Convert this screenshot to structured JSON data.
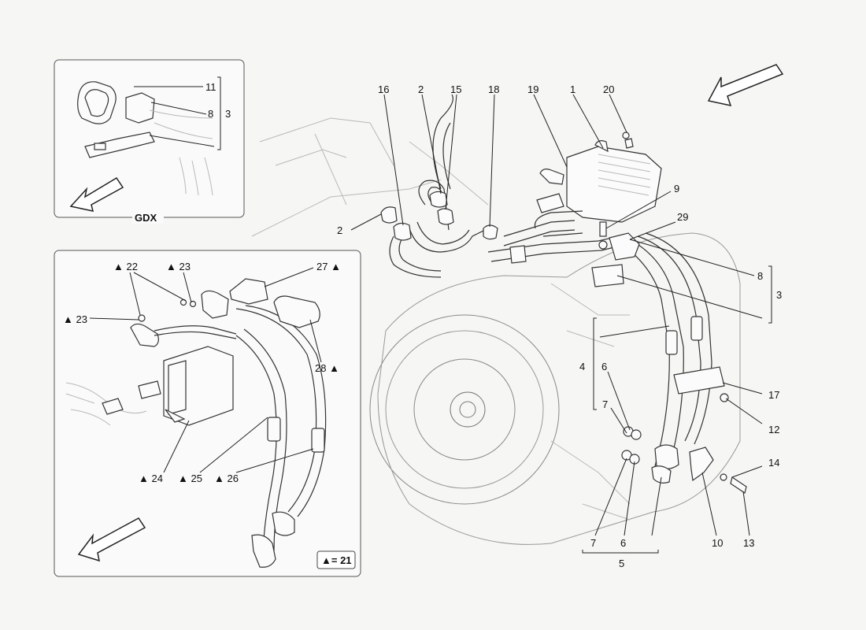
{
  "inset_top": {
    "title": "GDX",
    "callouts": [
      {
        "id": "c-11",
        "text": "11"
      },
      {
        "id": "c-8",
        "text": "8"
      },
      {
        "id": "c-3",
        "text": "3"
      }
    ]
  },
  "inset_bottom": {
    "legend": "▲= 21",
    "callouts": [
      {
        "id": "b-22",
        "text": "▲ 22"
      },
      {
        "id": "b-23a",
        "text": "▲ 23"
      },
      {
        "id": "b-23b",
        "text": "▲ 23"
      },
      {
        "id": "b-27",
        "text": "27 ▲"
      },
      {
        "id": "b-28",
        "text": "28 ▲"
      },
      {
        "id": "b-24",
        "text": "▲ 24"
      },
      {
        "id": "b-25",
        "text": "▲ 25"
      },
      {
        "id": "b-26",
        "text": "▲ 26"
      }
    ]
  },
  "main": {
    "callouts": [
      {
        "id": "m-16",
        "text": "16"
      },
      {
        "id": "m-2a",
        "text": "2"
      },
      {
        "id": "m-15",
        "text": "15"
      },
      {
        "id": "m-18",
        "text": "18"
      },
      {
        "id": "m-19",
        "text": "19"
      },
      {
        "id": "m-1",
        "text": "1"
      },
      {
        "id": "m-20",
        "text": "20"
      },
      {
        "id": "m-9",
        "text": "9"
      },
      {
        "id": "m-2b",
        "text": "2"
      },
      {
        "id": "m-29",
        "text": "29"
      },
      {
        "id": "m-8",
        "text": "8"
      },
      {
        "id": "m-3",
        "text": "3"
      },
      {
        "id": "m-4",
        "text": "4"
      },
      {
        "id": "m-6a",
        "text": "6"
      },
      {
        "id": "m-7a",
        "text": "7"
      },
      {
        "id": "m-17",
        "text": "17"
      },
      {
        "id": "m-12",
        "text": "12"
      },
      {
        "id": "m-14",
        "text": "14"
      },
      {
        "id": "m-7b",
        "text": "7"
      },
      {
        "id": "m-6b",
        "text": "6"
      },
      {
        "id": "m-10",
        "text": "10"
      },
      {
        "id": "m-13",
        "text": "13"
      },
      {
        "id": "m-5",
        "text": "5"
      }
    ]
  },
  "icons": [
    "direction-arrow-icon"
  ]
}
